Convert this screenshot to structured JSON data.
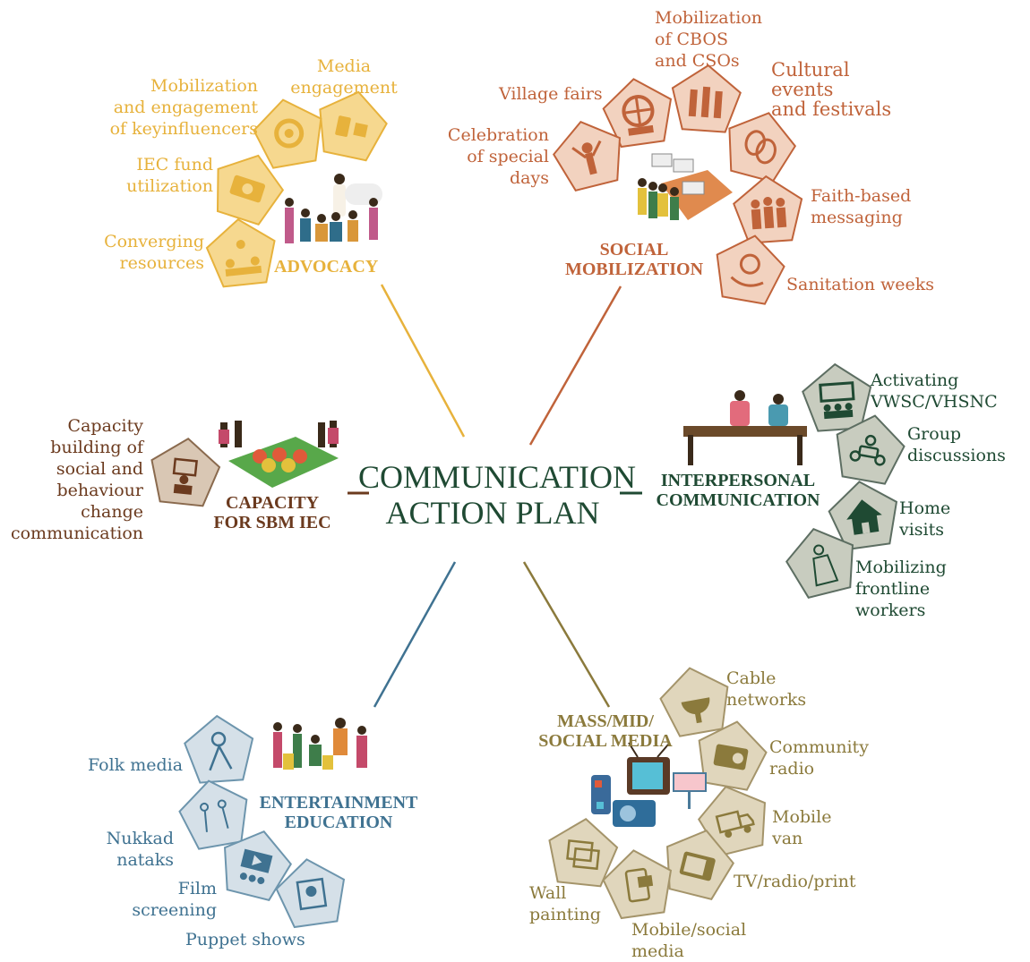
{
  "center": {
    "title": "COMMUNICATION\nACTION PLAN"
  },
  "colors": {
    "advocacy": "#e7b23c",
    "social": "#c0633a",
    "interpersonal": "#1f4a33",
    "capacity": "#6b3a1e",
    "entertainment": "#3f7291",
    "mass": "#8b7a3c"
  },
  "branches": {
    "advocacy": {
      "heading": "ADVOCACY",
      "items": [
        {
          "label": "Media\nengagement",
          "icon": "media-phone-icon"
        },
        {
          "label": "Mobilization\nand engagement\nof keyinfluencers",
          "icon": "influencer-gear-icon"
        },
        {
          "label": "IEC fund\nutilization",
          "icon": "money-icon"
        },
        {
          "label": "Converging\nresources",
          "icon": "network-people-icon"
        }
      ]
    },
    "social": {
      "heading": "SOCIAL\nMOBILIZATION",
      "items": [
        {
          "label": "Mobilization\nof CBOS\nand CSOs",
          "icon": "raised-hands-icon"
        },
        {
          "label": "Village fairs",
          "icon": "ferris-wheel-icon"
        },
        {
          "label": "Cultural\nevents\nand festivals",
          "icon": "theatre-masks-icon"
        },
        {
          "label": "Celebration\nof special\ndays",
          "icon": "celebration-icon"
        },
        {
          "label": "Faith-based\nmessaging",
          "icon": "group-people-icon"
        },
        {
          "label": "Sanitation weeks",
          "icon": "hand-care-icon"
        }
      ]
    },
    "interpersonal": {
      "heading": "INTERPERSONAL\nCOMMUNICATION",
      "items": [
        {
          "label": "Activating\nVWSC/VHSNC",
          "icon": "meeting-board-icon"
        },
        {
          "label": "Group\ndiscussions",
          "icon": "group-discussion-icon"
        },
        {
          "label": "Home\nvisits",
          "icon": "home-visit-icon"
        },
        {
          "label": "Mobilizing\nfrontline\nworkers",
          "icon": "health-worker-icon"
        }
      ]
    },
    "capacity": {
      "heading": "CAPACITY\nFOR SBM IEC",
      "items": [
        {
          "label": "Capacity\nbuilding of\nsocial and\nbehaviour\nchange\ncommunication",
          "icon": "trainer-icon"
        }
      ]
    },
    "entertainment": {
      "heading": "ENTERTAINMENT\nEDUCATION",
      "items": [
        {
          "label": "Folk media",
          "icon": "folk-performer-icon"
        },
        {
          "label": "Nukkad\nnataks",
          "icon": "street-play-icon"
        },
        {
          "label": "Film\nscreening",
          "icon": "film-screen-icon"
        },
        {
          "label": "Puppet shows",
          "icon": "puppet-icon"
        }
      ]
    },
    "mass": {
      "heading": "MASS/MID/\nSOCIAL MEDIA",
      "items": [
        {
          "label": "Cable\nnetworks",
          "icon": "satellite-dish-icon"
        },
        {
          "label": "Community\nradio",
          "icon": "radio-icon"
        },
        {
          "label": "Mobile\nvan",
          "icon": "van-icon"
        },
        {
          "label": "TV/radio/print",
          "icon": "tv-icon"
        },
        {
          "label": "Mobile/social\nmedia",
          "icon": "social-media-icon"
        },
        {
          "label": "Wall\npainting",
          "icon": "wall-painting-icon"
        }
      ]
    }
  }
}
